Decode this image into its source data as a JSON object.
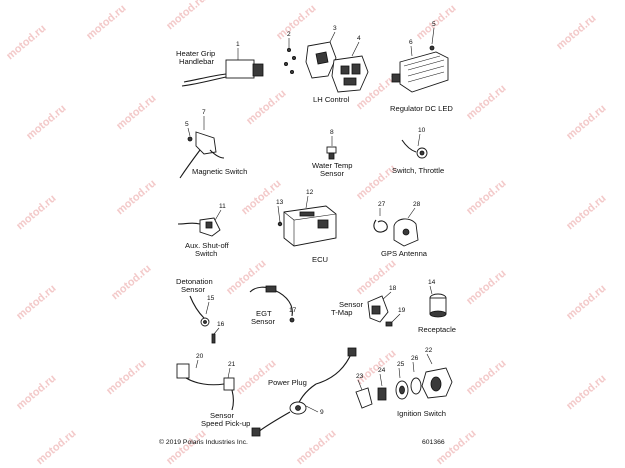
{
  "watermark": "motod.ru",
  "titles": {
    "heater_grip": "Heater Grip",
    "handlebar": "Handlebar",
    "lh_control": "LH Control",
    "regulator": "Regulator DC LED",
    "magnetic_switch": "Magnetic Switch",
    "water_temp": "Water Temp",
    "sensor": "Sensor",
    "switch_throttle": "Switch, Throttle",
    "aux_shutoff": "Aux. Shut-off",
    "switch": "Switch",
    "ecu": "ECU",
    "gps_antenna": "GPS Antenna",
    "detonation": "Detonation",
    "egt": "EGT",
    "sensor_tmap": "T-Map",
    "receptacle": "Receptacle",
    "power_plug": "Power Plug",
    "speed_pickup": "Speed Pick-up",
    "ignition_switch": "Ignition Switch"
  },
  "callouts": {
    "c1": "1",
    "c2": "2",
    "c3": "3",
    "c4": "4",
    "c5a": "5",
    "c6": "6",
    "c7": "7",
    "c5b": "5",
    "c8": "8",
    "c10": "10",
    "c11": "11",
    "c12": "12",
    "c13": "13",
    "c27": "27",
    "c28": "28",
    "c15": "15",
    "c16": "16",
    "c17": "17",
    "c18": "18",
    "c19": "19",
    "c14": "14",
    "c20": "20",
    "c21": "21",
    "c9": "9",
    "c23": "23",
    "c24": "24",
    "c25": "25",
    "c26": "26",
    "c22": "22"
  },
  "footer": {
    "copyright": "© 2019 Polaris Industries Inc.",
    "figure_number": "601366"
  }
}
